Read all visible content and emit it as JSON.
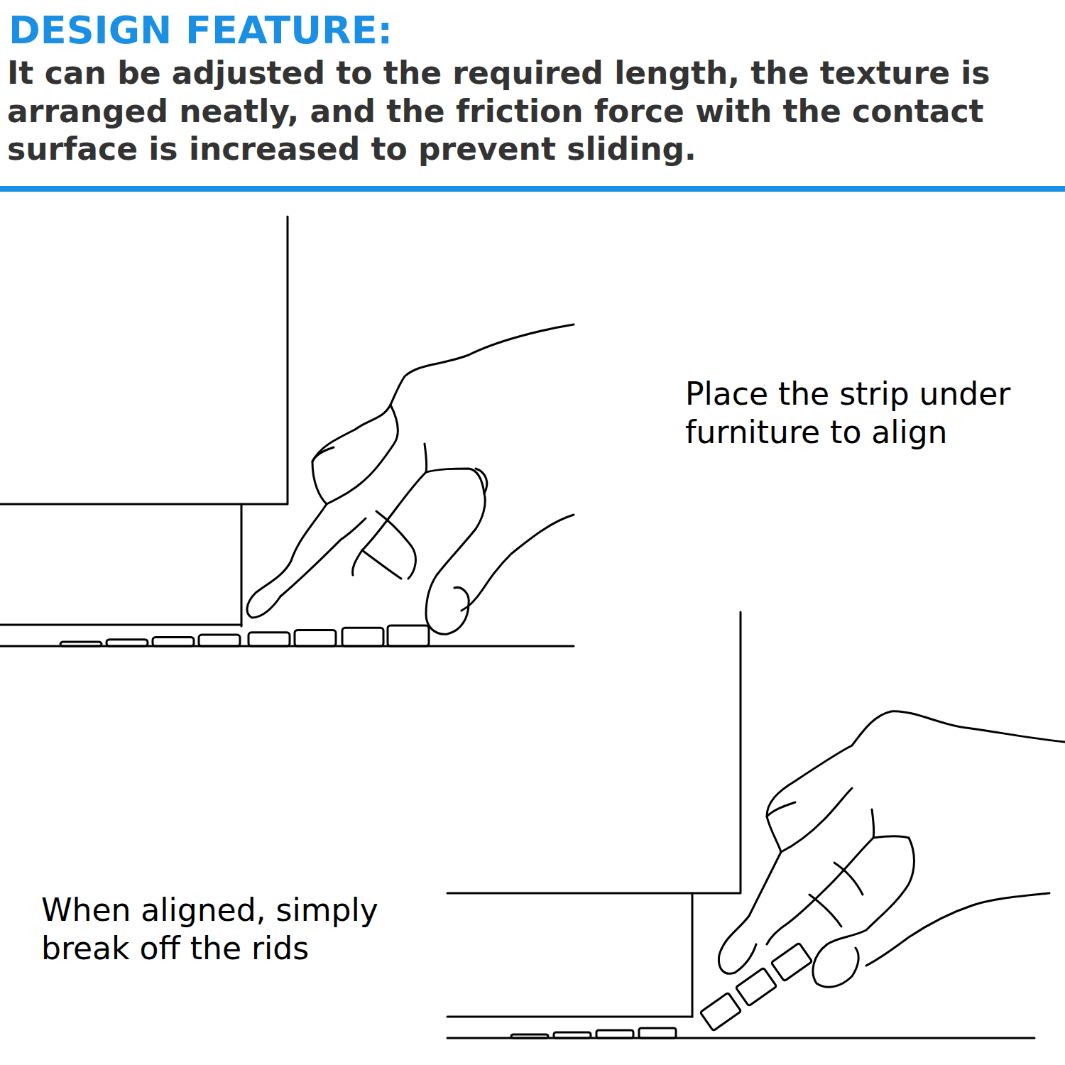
{
  "diagram": {
    "title": "DESIGN FEATURE:",
    "labels": [
      "It can be adjusted to the required length, the texture is arranged neatly, and the friction force with the contact surface is increased to prevent sliding.",
      "Place the strip under furniture to align",
      "When aligned, simply break off the rids"
    ]
  }
}
